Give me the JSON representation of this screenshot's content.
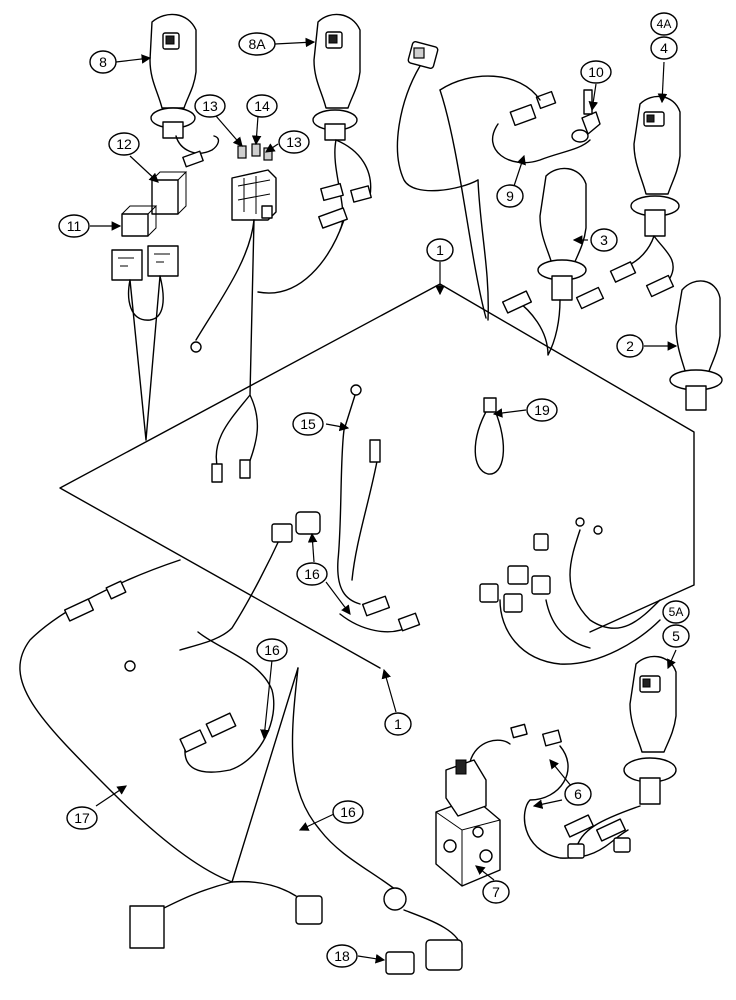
{
  "callouts": [
    {
      "label": "8"
    },
    {
      "label": "8A"
    },
    {
      "label": "4A"
    },
    {
      "label": "4"
    },
    {
      "label": "10"
    },
    {
      "label": "13"
    },
    {
      "label": "14"
    },
    {
      "label": "13"
    },
    {
      "label": "12"
    },
    {
      "label": "11"
    },
    {
      "label": "9"
    },
    {
      "label": "3"
    },
    {
      "label": "1"
    },
    {
      "label": "2"
    },
    {
      "label": "15"
    },
    {
      "label": "19"
    },
    {
      "label": "16"
    },
    {
      "label": "16"
    },
    {
      "label": "1"
    },
    {
      "label": "5A"
    },
    {
      "label": "5"
    },
    {
      "label": "6"
    },
    {
      "label": "17"
    },
    {
      "label": "16"
    },
    {
      "label": "7"
    },
    {
      "label": "18"
    }
  ]
}
